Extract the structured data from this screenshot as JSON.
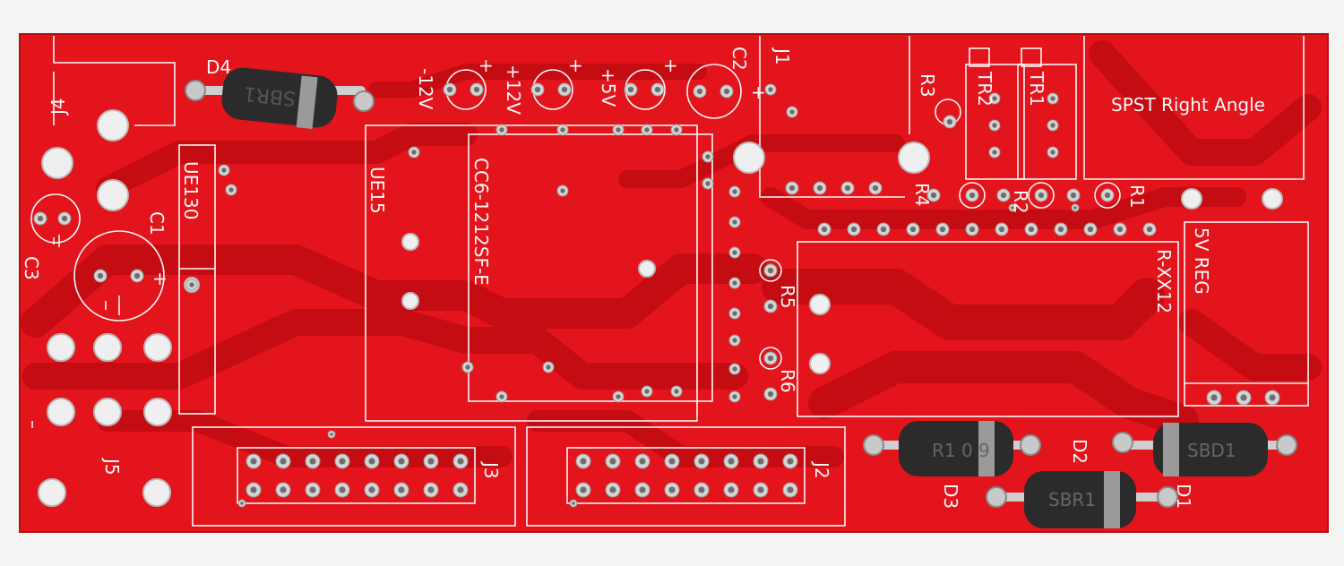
{
  "colors": {
    "board": "#e3141b",
    "trace": "#c40c12",
    "silkscreen": "#f6f6f6",
    "background": "#f4f4f2",
    "diode_body": "#2b2b2b",
    "diode_band": "#9a9a9a"
  },
  "labels": {
    "j4": "J4",
    "j5": "J5",
    "j3": "J3",
    "j2": "J2",
    "j1": "J1",
    "d4": "D4",
    "d1": "D1",
    "d2": "D2",
    "d3": "D3",
    "c1": "C1",
    "c2": "C2",
    "c3": "C3",
    "r1": "R1",
    "r2": "R2",
    "r3": "R3",
    "r4": "R4",
    "r5": "R5",
    "r6": "R6",
    "tr1": "TR1",
    "tr2": "TR2",
    "ue130": "UE130",
    "ue15": "UE15",
    "module": "CC6-1212SF-E",
    "regulator": "R-XX12",
    "reg5v": "5V REG",
    "switch": "SPST Right Angle",
    "minus12v": "-12V",
    "plus12v": "+12V",
    "plus5v": "+5V",
    "plus_mark": "+"
  },
  "diode_markings": {
    "d4": "SBR1",
    "d3": "R1 0 9",
    "d2": "SBR1",
    "d1": "SBD1"
  }
}
